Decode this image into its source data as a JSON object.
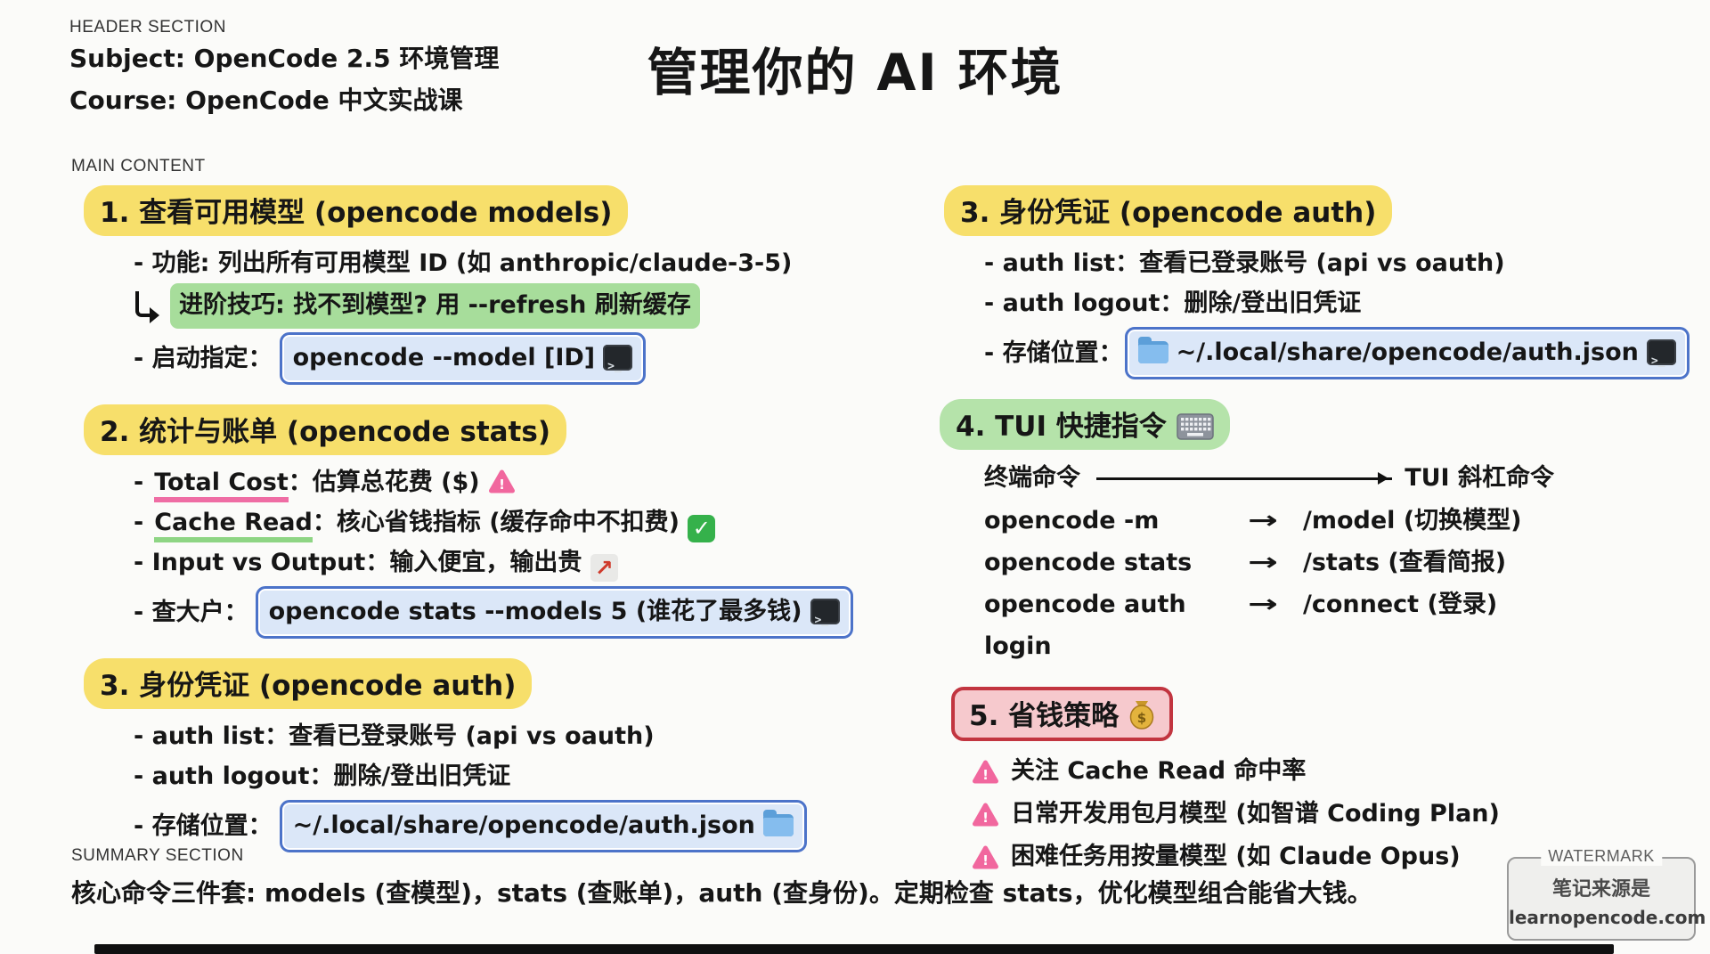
{
  "page": {
    "header_label": "HEADER SECTION",
    "subject": "Subject: OpenCode 2.5 环境管理",
    "course": "Course: OpenCode 中文实战课",
    "title": "管理你的 AI 环境",
    "main_label": "MAIN CONTENT",
    "summary_label": "SUMMARY SECTION",
    "summary_text": "核心命令三件套: models (查模型)，stats (查账单)，auth (查身份)。定期检查 stats，优化模型组合能省大钱。",
    "watermark_label": "WATERMARK",
    "watermark_source": "笔记来源是",
    "watermark_domain": "learnopencode.com"
  },
  "misc": {
    "dash": "-"
  },
  "icons": {
    "terminal": ">_",
    "check": "✓",
    "chart_up": "↗",
    "warning": "!",
    "money": "$"
  },
  "sections": {
    "s1": {
      "heading": "1. 查看可用模型 (opencode models)",
      "func_line": "- 功能: 列出所有可用模型 ID (如 anthropic/claude-3-5)",
      "tip": "进阶技巧: 找不到模型? 用 --refresh 刷新缓存",
      "launch_label": "- 启动指定：",
      "launch_code": "opencode --model [ID]"
    },
    "s2": {
      "heading": "2. 统计与账单 (opencode stats)",
      "total_cost_term": "Total Cost",
      "total_cost_rest": "：估算总花费 ($)",
      "cache_read_term": "Cache Read",
      "cache_read_rest": "：核心省钱指标 (缓存命中不扣费)",
      "io_line": "- Input vs Output：输入便宜，输出贵",
      "big_label": "- 查大户：",
      "big_code": "opencode stats --models 5 (谁花了最多钱)"
    },
    "s3_left": {
      "heading": "3. 身份凭证 (opencode auth)",
      "auth_list": "- auth list：查看已登录账号 (api vs oauth)",
      "auth_logout": "- auth logout：删除/登出旧凭证",
      "storage_label": "- 存储位置：",
      "storage_path": "~/.local/share/opencode/auth.json"
    },
    "s3_right": {
      "heading": "3. 身份凭证 (opencode auth)",
      "auth_list": "- auth list：查看已登录账号 (api vs oauth)",
      "auth_logout": "- auth logout：删除/登出旧凭证",
      "storage_label": "- 存储位置：",
      "storage_path": "~/.local/share/opencode/auth.json"
    },
    "s4": {
      "heading": "4. TUI 快捷指令",
      "col_left": "终端命令",
      "col_right": "TUI 斜杠命令",
      "rows": [
        {
          "cmd": "opencode -m",
          "arrow": "→",
          "slash": "/model (切换模型)"
        },
        {
          "cmd": "opencode stats",
          "arrow": "→",
          "slash": "/stats (查看简报)"
        },
        {
          "cmd": "opencode auth login",
          "arrow": "→",
          "slash": "/connect (登录)"
        }
      ]
    },
    "s5": {
      "heading": "5. 省钱策略",
      "tips": [
        "关注 Cache Read 命中率",
        "日常开发用包月模型 (如智谱 Coding Plan)",
        "困难任务用按量模型 (如 Claude Opus)"
      ]
    }
  }
}
